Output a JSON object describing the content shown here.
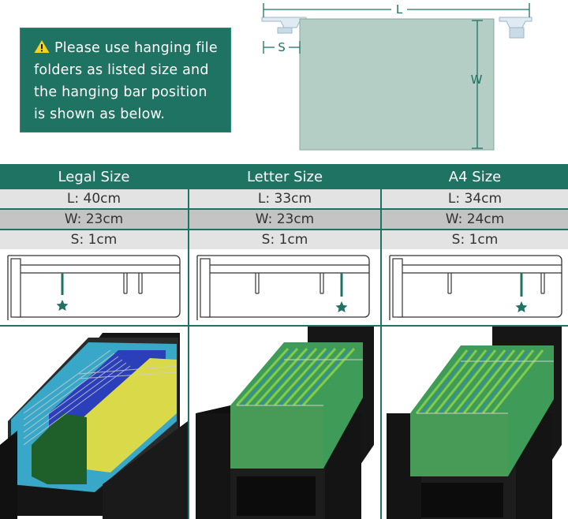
{
  "notice": {
    "text": "Please use hanging file folders as listed size and the hanging bar position is shown as below."
  },
  "diagram_labels": {
    "length": "L",
    "width": "W",
    "spacing": "S"
  },
  "colors": {
    "brand_green": "#1e7363",
    "folder_green": "#b4cec6",
    "rail_blue": "#dfeaf2"
  },
  "sizes": [
    {
      "name": "Legal Size",
      "l": "L: 40cm",
      "w": "W: 23cm",
      "s": "S: 1cm"
    },
    {
      "name": "Letter Size",
      "l": "L: 33cm",
      "w": "W: 23cm",
      "s": "S: 1cm"
    },
    {
      "name": "A4 Size",
      "l": "L: 34cm",
      "w": "W: 24cm",
      "s": "S: 1cm"
    }
  ],
  "icons": [
    "warning-icon",
    "star-icon"
  ]
}
